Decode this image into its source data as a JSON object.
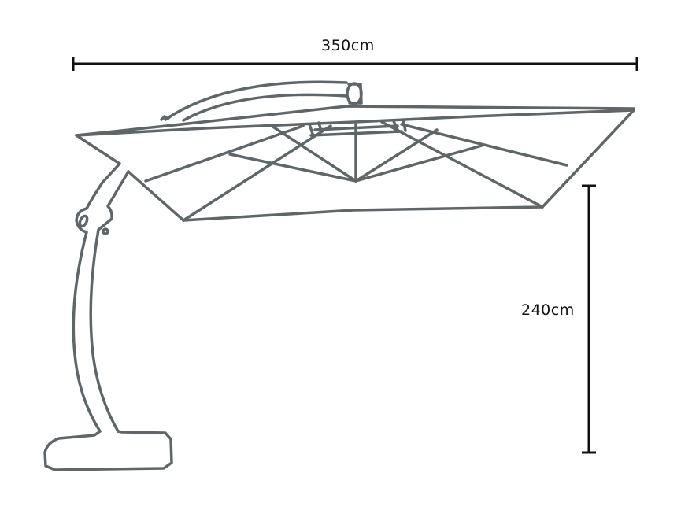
{
  "diagram": {
    "subject": "cantilever parasol",
    "dimensions": {
      "width": {
        "label": "350cm",
        "orientation": "horizontal"
      },
      "height": {
        "label": "240cm",
        "orientation": "vertical"
      }
    },
    "colors": {
      "outline": "#5f6669",
      "dimension_line": "#111111",
      "background": "#ffffff"
    }
  }
}
